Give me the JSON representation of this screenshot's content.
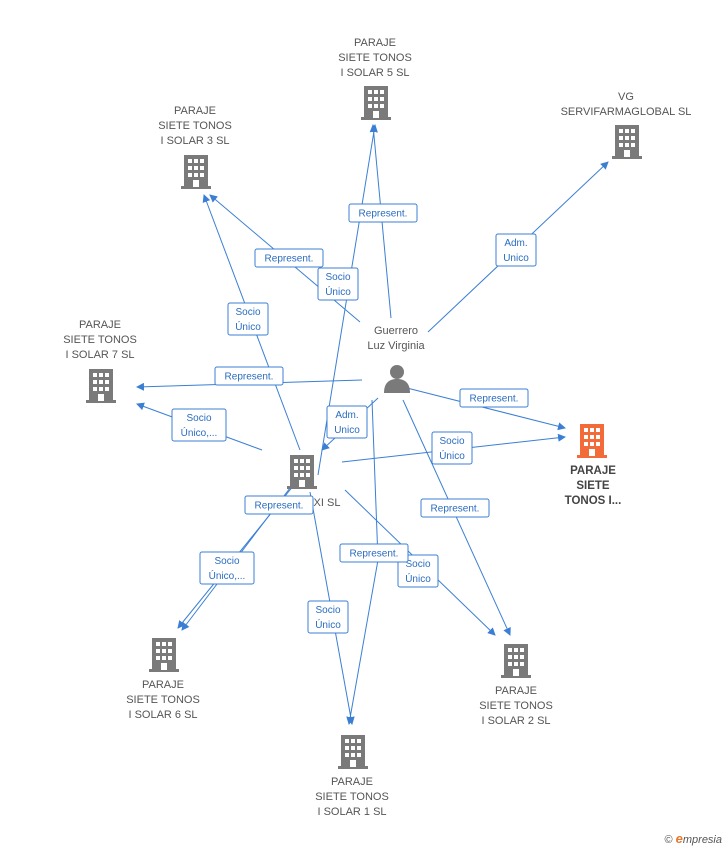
{
  "colors": {
    "edge": "#3b7fd4",
    "company": "#7a7a7a",
    "highlight": "#f26b38",
    "person": "#7a7a7a"
  },
  "nodes": [
    {
      "id": "s5",
      "type": "company",
      "icon": "building-icon",
      "label": [
        "PARAJE",
        "SIETE TONOS",
        "I SOLAR 5 SL"
      ]
    },
    {
      "id": "s3",
      "type": "company",
      "icon": "building-icon",
      "label": [
        "PARAJE",
        "SIETE TONOS",
        "I SOLAR 3 SL"
      ]
    },
    {
      "id": "vg",
      "type": "company",
      "icon": "building-icon",
      "label": [
        "VG",
        "SERVIFARMAGLOBAL SL"
      ]
    },
    {
      "id": "s7",
      "type": "company",
      "icon": "building-icon",
      "label": [
        "PARAJE",
        "SIETE TONOS",
        "I SOLAR 7  SL"
      ]
    },
    {
      "id": "p",
      "type": "person",
      "icon": "person-icon",
      "label": [
        "Guerrero",
        "Luz Virginia"
      ]
    },
    {
      "id": "main",
      "type": "company-highlight",
      "icon": "building-icon",
      "label": [
        "PARAJE",
        "SIETE",
        "TONOS I..."
      ]
    },
    {
      "id": "xi",
      "type": "company",
      "icon": "building-icon",
      "label": [
        "XI  SL"
      ]
    },
    {
      "id": "s6",
      "type": "company",
      "icon": "building-icon",
      "label": [
        "PARAJE",
        "SIETE TONOS",
        "I SOLAR 6 SL"
      ]
    },
    {
      "id": "s2",
      "type": "company",
      "icon": "building-icon",
      "label": [
        "PARAJE",
        "SIETE TONOS",
        "I SOLAR 2 SL"
      ]
    },
    {
      "id": "s1",
      "type": "company",
      "icon": "building-icon",
      "label": [
        "PARAJE",
        "SIETE TONOS",
        "I SOLAR 1 SL"
      ]
    }
  ],
  "edges": [
    {
      "from": "p",
      "to": "s5",
      "label": [
        "Represent."
      ]
    },
    {
      "from": "xi",
      "to": "s5",
      "label": [
        "Socio",
        "Único"
      ]
    },
    {
      "from": "p",
      "to": "s3",
      "label": [
        "Represent."
      ]
    },
    {
      "from": "xi",
      "to": "s3",
      "label": [
        "Socio",
        "Único"
      ]
    },
    {
      "from": "p",
      "to": "vg",
      "label": [
        "Adm.",
        "Unico"
      ]
    },
    {
      "from": "p",
      "to": "s7",
      "label": [
        "Represent."
      ]
    },
    {
      "from": "xi",
      "to": "s7",
      "label": [
        "Socio",
        "Único,..."
      ]
    },
    {
      "from": "p",
      "to": "main",
      "label": [
        "Represent."
      ]
    },
    {
      "from": "xi",
      "to": "main",
      "label": [
        "Socio",
        "Único"
      ]
    },
    {
      "from": "p",
      "to": "xi",
      "label": [
        "Adm.",
        "Unico"
      ]
    },
    {
      "from": "p",
      "to": "s2",
      "label": [
        "Represent."
      ]
    },
    {
      "from": "xi",
      "to": "s2",
      "label": [
        "Socio",
        "Único"
      ]
    },
    {
      "from": "p",
      "to": "s6",
      "label": [
        "Represent."
      ]
    },
    {
      "from": "xi",
      "to": "s6",
      "label": [
        "Socio",
        "Único,..."
      ]
    },
    {
      "from": "p",
      "to": "s1",
      "label": [
        "Represent."
      ]
    },
    {
      "from": "xi",
      "to": "s1",
      "label": [
        "Socio",
        "Único"
      ]
    }
  ],
  "footer": {
    "copyright": "©",
    "brand_initial": "e",
    "brand_rest": "mpresia"
  }
}
